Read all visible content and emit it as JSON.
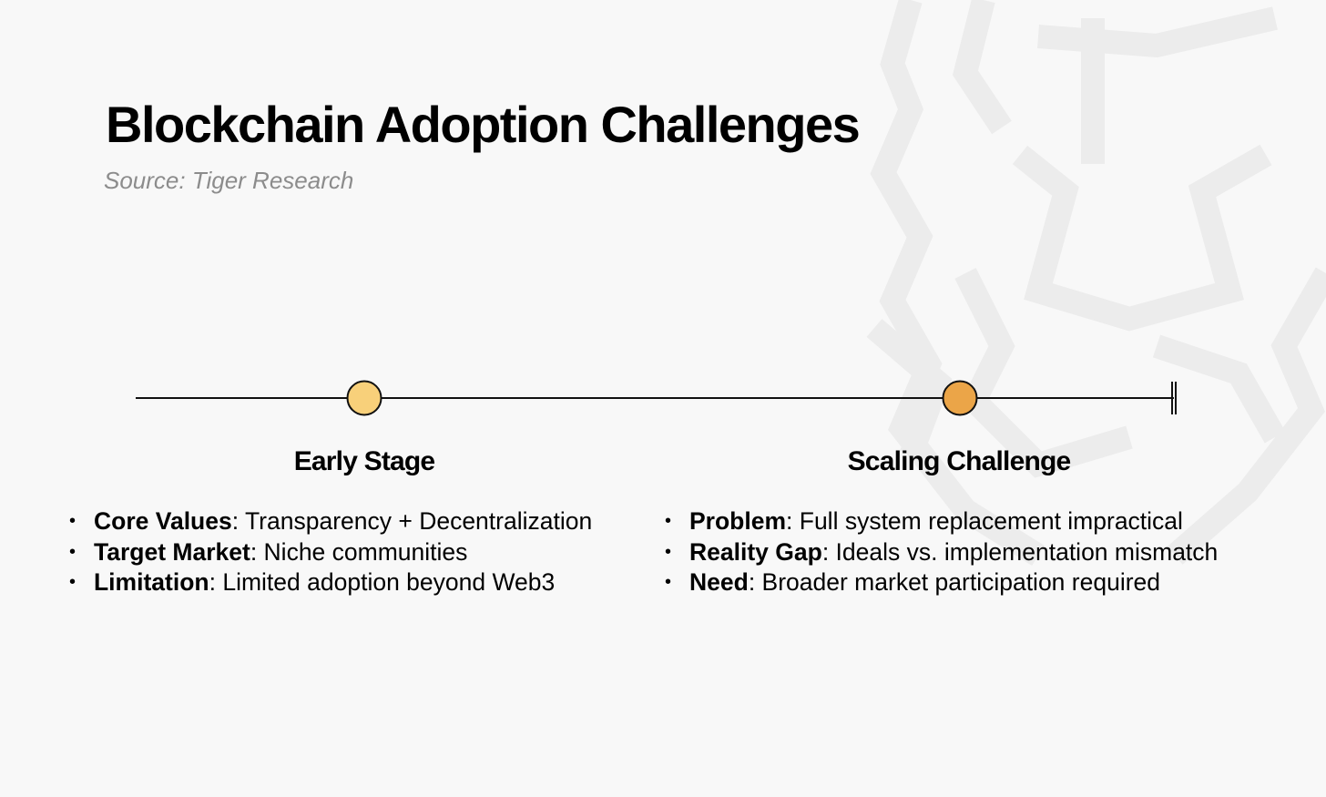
{
  "title": "Blockchain Adoption Challenges",
  "subtitle": "Source: Tiger Research",
  "colors": {
    "background": "#f8f8f8",
    "line": "#111111",
    "early_node": "#f8d07a",
    "scaling_node": "#eba548",
    "watermark": "#ececec"
  },
  "stages": [
    {
      "title": "Early Stage",
      "items": [
        {
          "key": "Core Values",
          "value": ": Transparency + Decentralization"
        },
        {
          "key": "Target Market",
          "value": ": Niche communities"
        },
        {
          "key": "Limitation",
          "value": ": Limited adoption beyond Web3"
        }
      ]
    },
    {
      "title": "Scaling Challenge",
      "items": [
        {
          "key": "Problem",
          "value": ": Full system replacement impractical"
        },
        {
          "key": "Reality Gap",
          "value": ": Ideals vs. implementation mismatch"
        },
        {
          "key": "Need",
          "value": ": Broader market participation required"
        }
      ]
    }
  ],
  "bullet_glyph": "•"
}
